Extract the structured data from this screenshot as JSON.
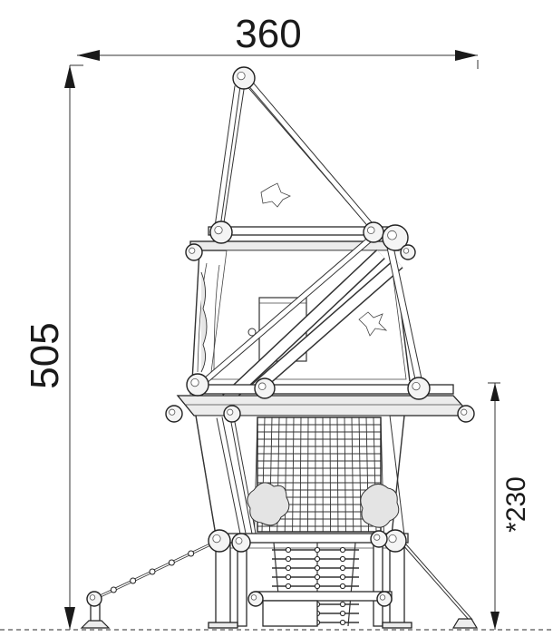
{
  "dimensions": {
    "width_label": "360",
    "height_label": "505",
    "platform_height_label": "*230"
  }
}
